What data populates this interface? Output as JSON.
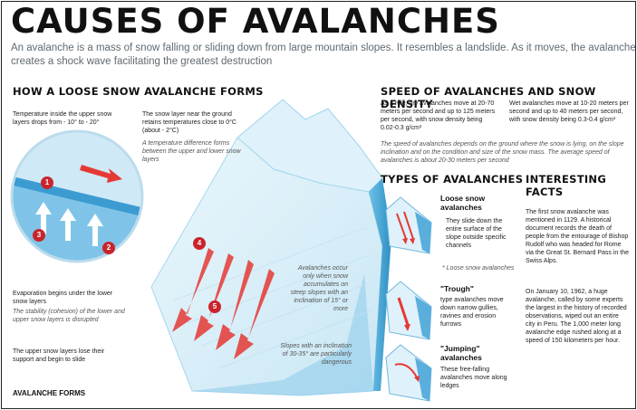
{
  "header": {
    "title": "CAUSES OF AVALANCHES",
    "intro": "An avalanche is a mass of snow falling or sliding down from large mountain slopes. It resembles a landslide. As it moves, the avalanche creates a shock wave facilitating the greatest destruction"
  },
  "loose_snow": {
    "heading": "HOW A LOOSE SNOW AVALANCHE FORMS",
    "temp_inside": "Temperature inside the upper snow layers drops from - 10° to - 20°",
    "snow_layer_ground": "The snow layer near the ground retains temperatures close to 0°C (about - 2°C)",
    "temp_difference": "A temperature difference forms between the upper and lower snow layers",
    "evaporation": "Evaporation begins under the lower snow layers",
    "stability": "The stability (cohesion) of the lower and upper snow layers is disrupted",
    "upper_layers": "The upper snow layers lose their support and begin to slide",
    "forms_label": "AVALANCHE FORMS",
    "inclination_note": "Avalanches occur only when snow accumulates on steep slopes with an inclination of 15° or more",
    "slopes_note": "Slopes with an inclination of 30-35° are particularly dangerous",
    "markers": [
      "1",
      "2",
      "3",
      "4",
      "5"
    ]
  },
  "speed": {
    "heading": "SPEED OF AVALANCHES AND SNOW DENSITY",
    "dry": "As a rule, dry avalanches move at 20-70 meters per second and up to 125 meters per second, with snow density being 0.02-0.3 g/cm³",
    "wet": "Wet avalanches move at 10-20 meters per second and up to 40 meters per second, with snow density being 0.3-0.4 g/cm³",
    "note": "The speed of avalanches depends on the ground where the snow is lying, on the slope inclination and on the condition and size of the snow mass. The average speed of avalanches is about 20-30 meters per second"
  },
  "types": {
    "heading": "TYPES OF AVALANCHES",
    "items": [
      {
        "name": "Loose snow avalanches",
        "desc": "They slide down the entire surface of the slope outside specific channels",
        "note": "* Loose snow avalanches"
      },
      {
        "name": "\"Trough\"",
        "desc": "type avalanches move down narrow gullies, ravines and erosion furrows"
      },
      {
        "name": "\"Jumping\" avalanches",
        "desc": "These free-falling avalanches move along ledges"
      }
    ]
  },
  "facts": {
    "heading": "INTERESTING FACTS",
    "p1": "The first snow avalanche was mentioned in 1129. A historical document records the death of people from the entourage of Bishop Rudolf who was headed for Rome via the Great St. Bernard Pass in the Swiss Alps.",
    "p2": "On January 10, 1962, a huge avalanche, called by some experts the largest in the history of recorded observations, wiped out an entire city in Peru. The 1,000 meter long avalanche edge rushed along at a speed of 150 kilometers per hour."
  },
  "colors": {
    "accent": "#d32d2d",
    "ice": "#9fd3ee",
    "ice_dark": "#4fa8d8"
  }
}
